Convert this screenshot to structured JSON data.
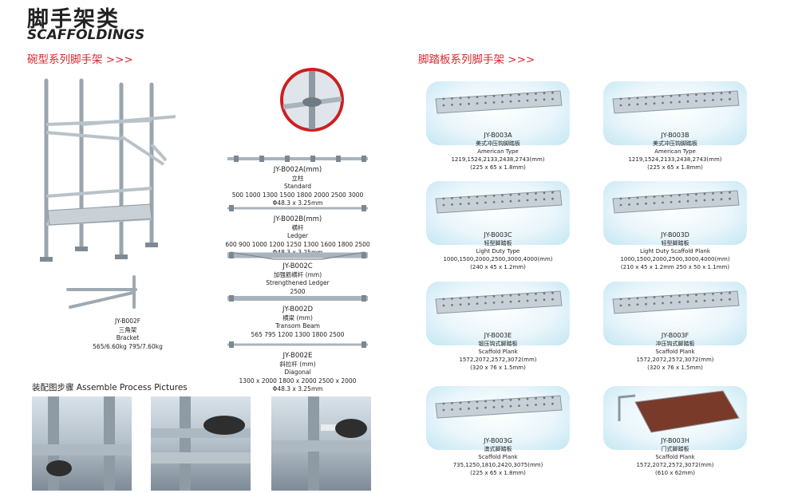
{
  "header": {
    "title_cn": "脚手架类",
    "title_en": "SCAFFOLDINGS",
    "left_section": "碗型系列脚手架 >>>",
    "right_section": "脚踏板系列脚手架 >>>"
  },
  "cuplock": [
    {
      "code": "JY-B002A(mm)",
      "lines": [
        "立柱",
        "Standard",
        "500  1000  1300  1500  1800  2000  2500  3000",
        "Φ48.3 x 3.25mm"
      ]
    },
    {
      "code": "JY-B002B(mm)",
      "lines": [
        "横杆",
        "Ledger",
        "600  900  1000  1200  1250  1300  1600  1800  2500",
        "Φ48.3 x 3.25mm"
      ]
    },
    {
      "code": "JY-B002C",
      "lines": [
        "加强筋横杆 (mm)",
        "Strengthened Ledger",
        "2500"
      ]
    },
    {
      "code": "JY-B002D",
      "lines": [
        "横梁 (mm)",
        "Transom Beam",
        "565  795  1200  1300  1800  2500"
      ]
    },
    {
      "code": "JY-B002E",
      "lines": [
        "斜拉杆 (mm)",
        "Diagonal",
        "1300 x 2000  1800 x 2000  2500 x 2000",
        "Φ48.3 x 3.25mm"
      ]
    }
  ],
  "bracket": {
    "code": "JY-B002F",
    "lines": [
      "三角架",
      "Bracket",
      "565/6.60kg  795/7.60kg"
    ]
  },
  "assemble": {
    "heading": "装配图步骤 Assemble Process Pictures"
  },
  "planks": [
    {
      "code": "JY-B003A",
      "lines": [
        "美式冲压钩脚踏板",
        "American Type",
        "1219,1524,2133,2438,2743(mm)",
        "(225 x 65 x 1.8mm)"
      ]
    },
    {
      "code": "JY-B003B",
      "lines": [
        "美式冲压钩脚踏板",
        "American Type",
        "1219,1524,2133,2438,2743(mm)",
        "(225 x 65 x 1.8mm)"
      ]
    },
    {
      "code": "JY-B003C",
      "lines": [
        "轻型脚踏板",
        "Light Duty Type",
        "1000,1500,2000,2500,3000,4000(mm)",
        "(240 x 45 x 1.2mm)"
      ]
    },
    {
      "code": "JY-B003D",
      "lines": [
        "轻型脚踏板",
        "Light Duty Scaffold Plank",
        "1000,1500,2000,2500,3000,4000(mm)",
        "(210 x 45 x 1.2mm   250 x 50 x 1.1mm)"
      ]
    },
    {
      "code": "JY-B003E",
      "lines": [
        "锻压钩式脚踏板",
        "Scaffold Plank",
        "1572,2072,2572,3072(mm)",
        "(320 x 76 x 1.5mm)"
      ]
    },
    {
      "code": "JY-B003F",
      "lines": [
        "冲压钩式脚踏板",
        "Scaffold Plank",
        "1572,2072,2572,3072(mm)",
        "(320 x 76 x 1.5mm)"
      ]
    },
    {
      "code": "JY-B003G",
      "lines": [
        "澳式脚踏板",
        "Scaffold Plank",
        "735,1250,1810,2420,3075(mm)",
        "(225 x 65 x 1.8mm)"
      ]
    },
    {
      "code": "JY-B003H",
      "lines": [
        "门式脚踏板",
        "Scaffold Plank",
        "1572,2072,2572,3072(mm)",
        "(610 x 62mm)"
      ]
    }
  ],
  "colors": {
    "accent": "#d7282f",
    "steel": "#a9b4bd",
    "card_edge": "#c3e6f3",
    "plank_wood": "#7a3a2a"
  }
}
